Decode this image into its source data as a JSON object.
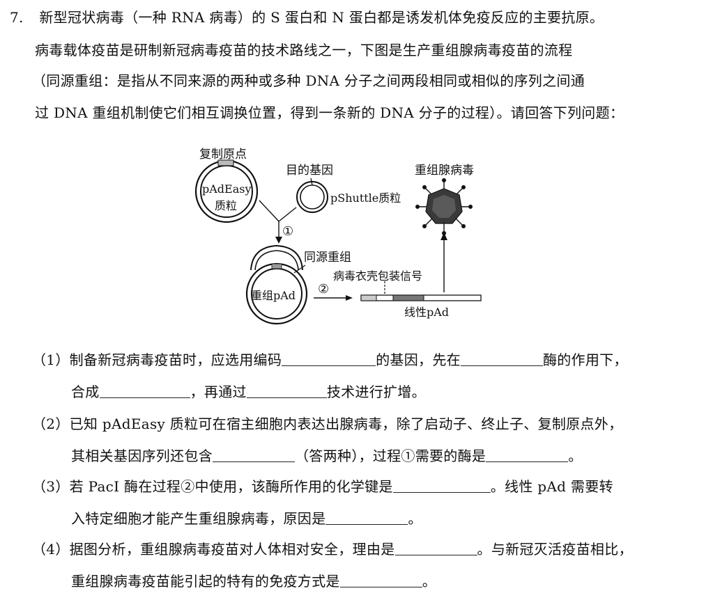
{
  "question": {
    "number": "7.",
    "intro_lines": [
      "新型冠状病毒（一种 RNA 病毒）的 S 蛋白和 N 蛋白都是诱发机体免疫反应的主要抗原。",
      "病毒载体疫苗是研制新冠病毒疫苗的技术路线之一，下图是生产重组腺病毒疫苗的流程",
      "（同源重组：是指从不同来源的两种或多种 DNA 分子之间两段相同或相似的序列之间通",
      "过 DNA 重组机制使它们相互调换位置，得到一条新的 DNA 分子的过程）。请回答下列问题："
    ]
  },
  "diagram": {
    "ori_label": "复制原点",
    "padeasy_line1": "pAdEasy",
    "padeasy_line2": "质粒",
    "target_gene_label": "目的基因",
    "pshuttle_label": "pShuttle质粒",
    "step1": "①",
    "homologous_label": "同源重组",
    "recomb_pad_label": "重组pAd",
    "step2": "②",
    "coat_signal_label": "病毒衣壳包装信号",
    "linear_pad_label": "线性pAd",
    "adenovirus_label": "重组腺病毒"
  },
  "subquestions": {
    "q1": {
      "num": "（1）",
      "t1": "制备新冠病毒疫苗时，应选用编码",
      "t2": "的基因，先在",
      "t3": "酶的作用下，",
      "t4": "合成",
      "t5": "，再通过",
      "t6": "技术进行扩增。"
    },
    "q2": {
      "num": "（2）",
      "t1": "已知 pAdEasy 质粒可在宿主细胞内表达出腺病毒，除了启动子、终止子、复制原点外，",
      "t2": "其相关基因序列还包含",
      "t3": "（答两种），过程①需要的酶是",
      "t4": "。"
    },
    "q3": {
      "num": "（3）",
      "t1": "若 PacI 酶在过程②中使用，该酶所作用的化学键是",
      "t2": "。线性 pAd 需要转",
      "t3": "入特定细胞才能产生重组腺病毒，原因是",
      "t4": "。"
    },
    "q4": {
      "num": "（4）",
      "t1": "据图分析，重组腺病毒疫苗对人体相对安全，理由是",
      "t2": "。与新冠灭活疫苗相比，",
      "t3": "重组腺病毒疫苗能引起的特有的免疫方式是",
      "t4": "。"
    }
  }
}
